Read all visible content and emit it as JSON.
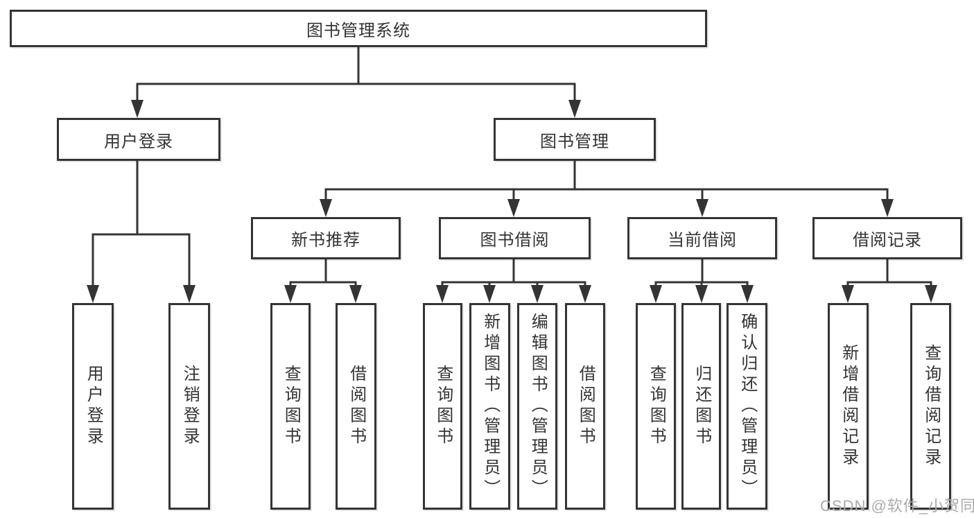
{
  "diagram": {
    "title": "图书管理系统",
    "level2": {
      "user_login": "用户登录",
      "book_management": "图书管理"
    },
    "level3": {
      "new_book_recommend": "新书推荐",
      "book_borrowing": "图书借阅",
      "current_borrowing": "当前借阅",
      "borrowing_records": "借阅记录"
    },
    "leaves": {
      "user_login": [
        "用户登录",
        "注销登录"
      ],
      "new_book_recommend": [
        "查询图书",
        "借阅图书"
      ],
      "book_borrowing": [
        "查询图书",
        "新增图书（管理员）",
        "编辑图书（管理员）",
        "借阅图书"
      ],
      "current_borrowing": [
        "查询图书",
        "归还图书",
        "确认归还（管理员）"
      ],
      "borrowing_records": [
        "新增借阅记录",
        "查询借阅记录"
      ]
    }
  },
  "watermark": {
    "text": "CSDN @软件_小贺同学"
  },
  "colors": {
    "line": "#343434",
    "box_border": "#343434",
    "text": "#333333",
    "watermark": "#ababab",
    "background": "#ffffff"
  }
}
